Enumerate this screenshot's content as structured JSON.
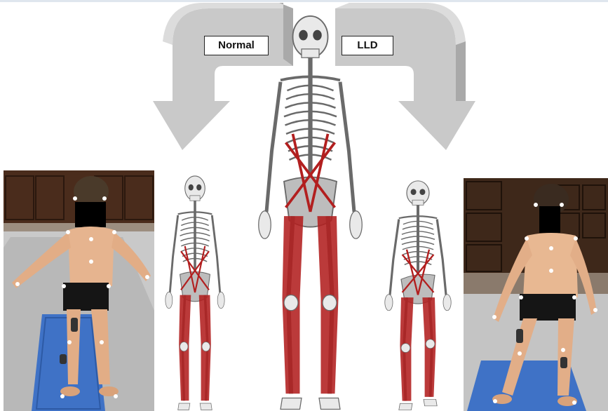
{
  "labels": {
    "normal": "Normal",
    "lld": "LLD"
  },
  "colors": {
    "arrow_fill": "#c9c9c9",
    "arrow_shade": "#a9a9a9",
    "muscle": "#b21f1f",
    "bone": "#e9e9e9",
    "bone_outline": "#6a6a6a",
    "force_plate": "#3f72c6",
    "floor": "#cfcfcf"
  },
  "icons": {
    "arrow_left": "curved-arrow-down-left",
    "arrow_right": "curved-arrow-down-right",
    "reference_model": "skeleton-musculoskeletal-model",
    "normal_model": "skeleton-model-normal",
    "lld_model": "skeleton-model-lld",
    "marker": "reflective-marker"
  }
}
